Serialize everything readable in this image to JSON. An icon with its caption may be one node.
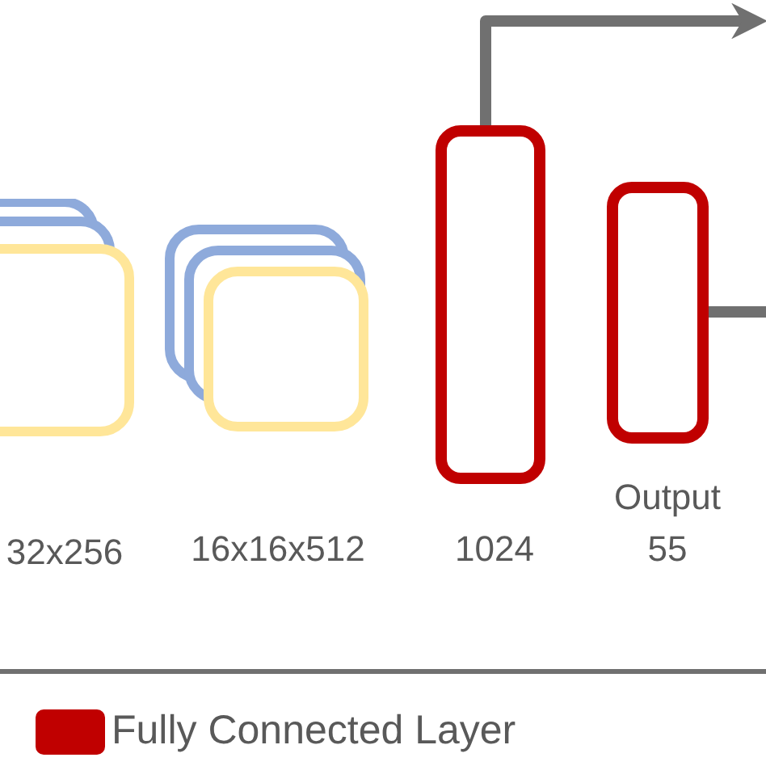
{
  "diagram": {
    "nodes": [
      {
        "text": [],
        "shape": "box",
        "beside": [
          "32x256"
        ]
      },
      {
        "text": [],
        "shape": "box",
        "beside": [
          "16x16x512"
        ]
      },
      {
        "text": [],
        "shape": "box",
        "beside": [
          "1024"
        ]
      },
      {
        "text": [],
        "shape": "box",
        "beside": [
          "Output 55"
        ]
      }
    ],
    "edges": [
      {
        "from": 2,
        "to": null,
        "arrow": "to"
      },
      {
        "from": 3,
        "to": null,
        "arrow": "none"
      }
    ],
    "legend": [
      {
        "text": "Fully Connected Layer",
        "color": "#c00000"
      }
    ]
  }
}
